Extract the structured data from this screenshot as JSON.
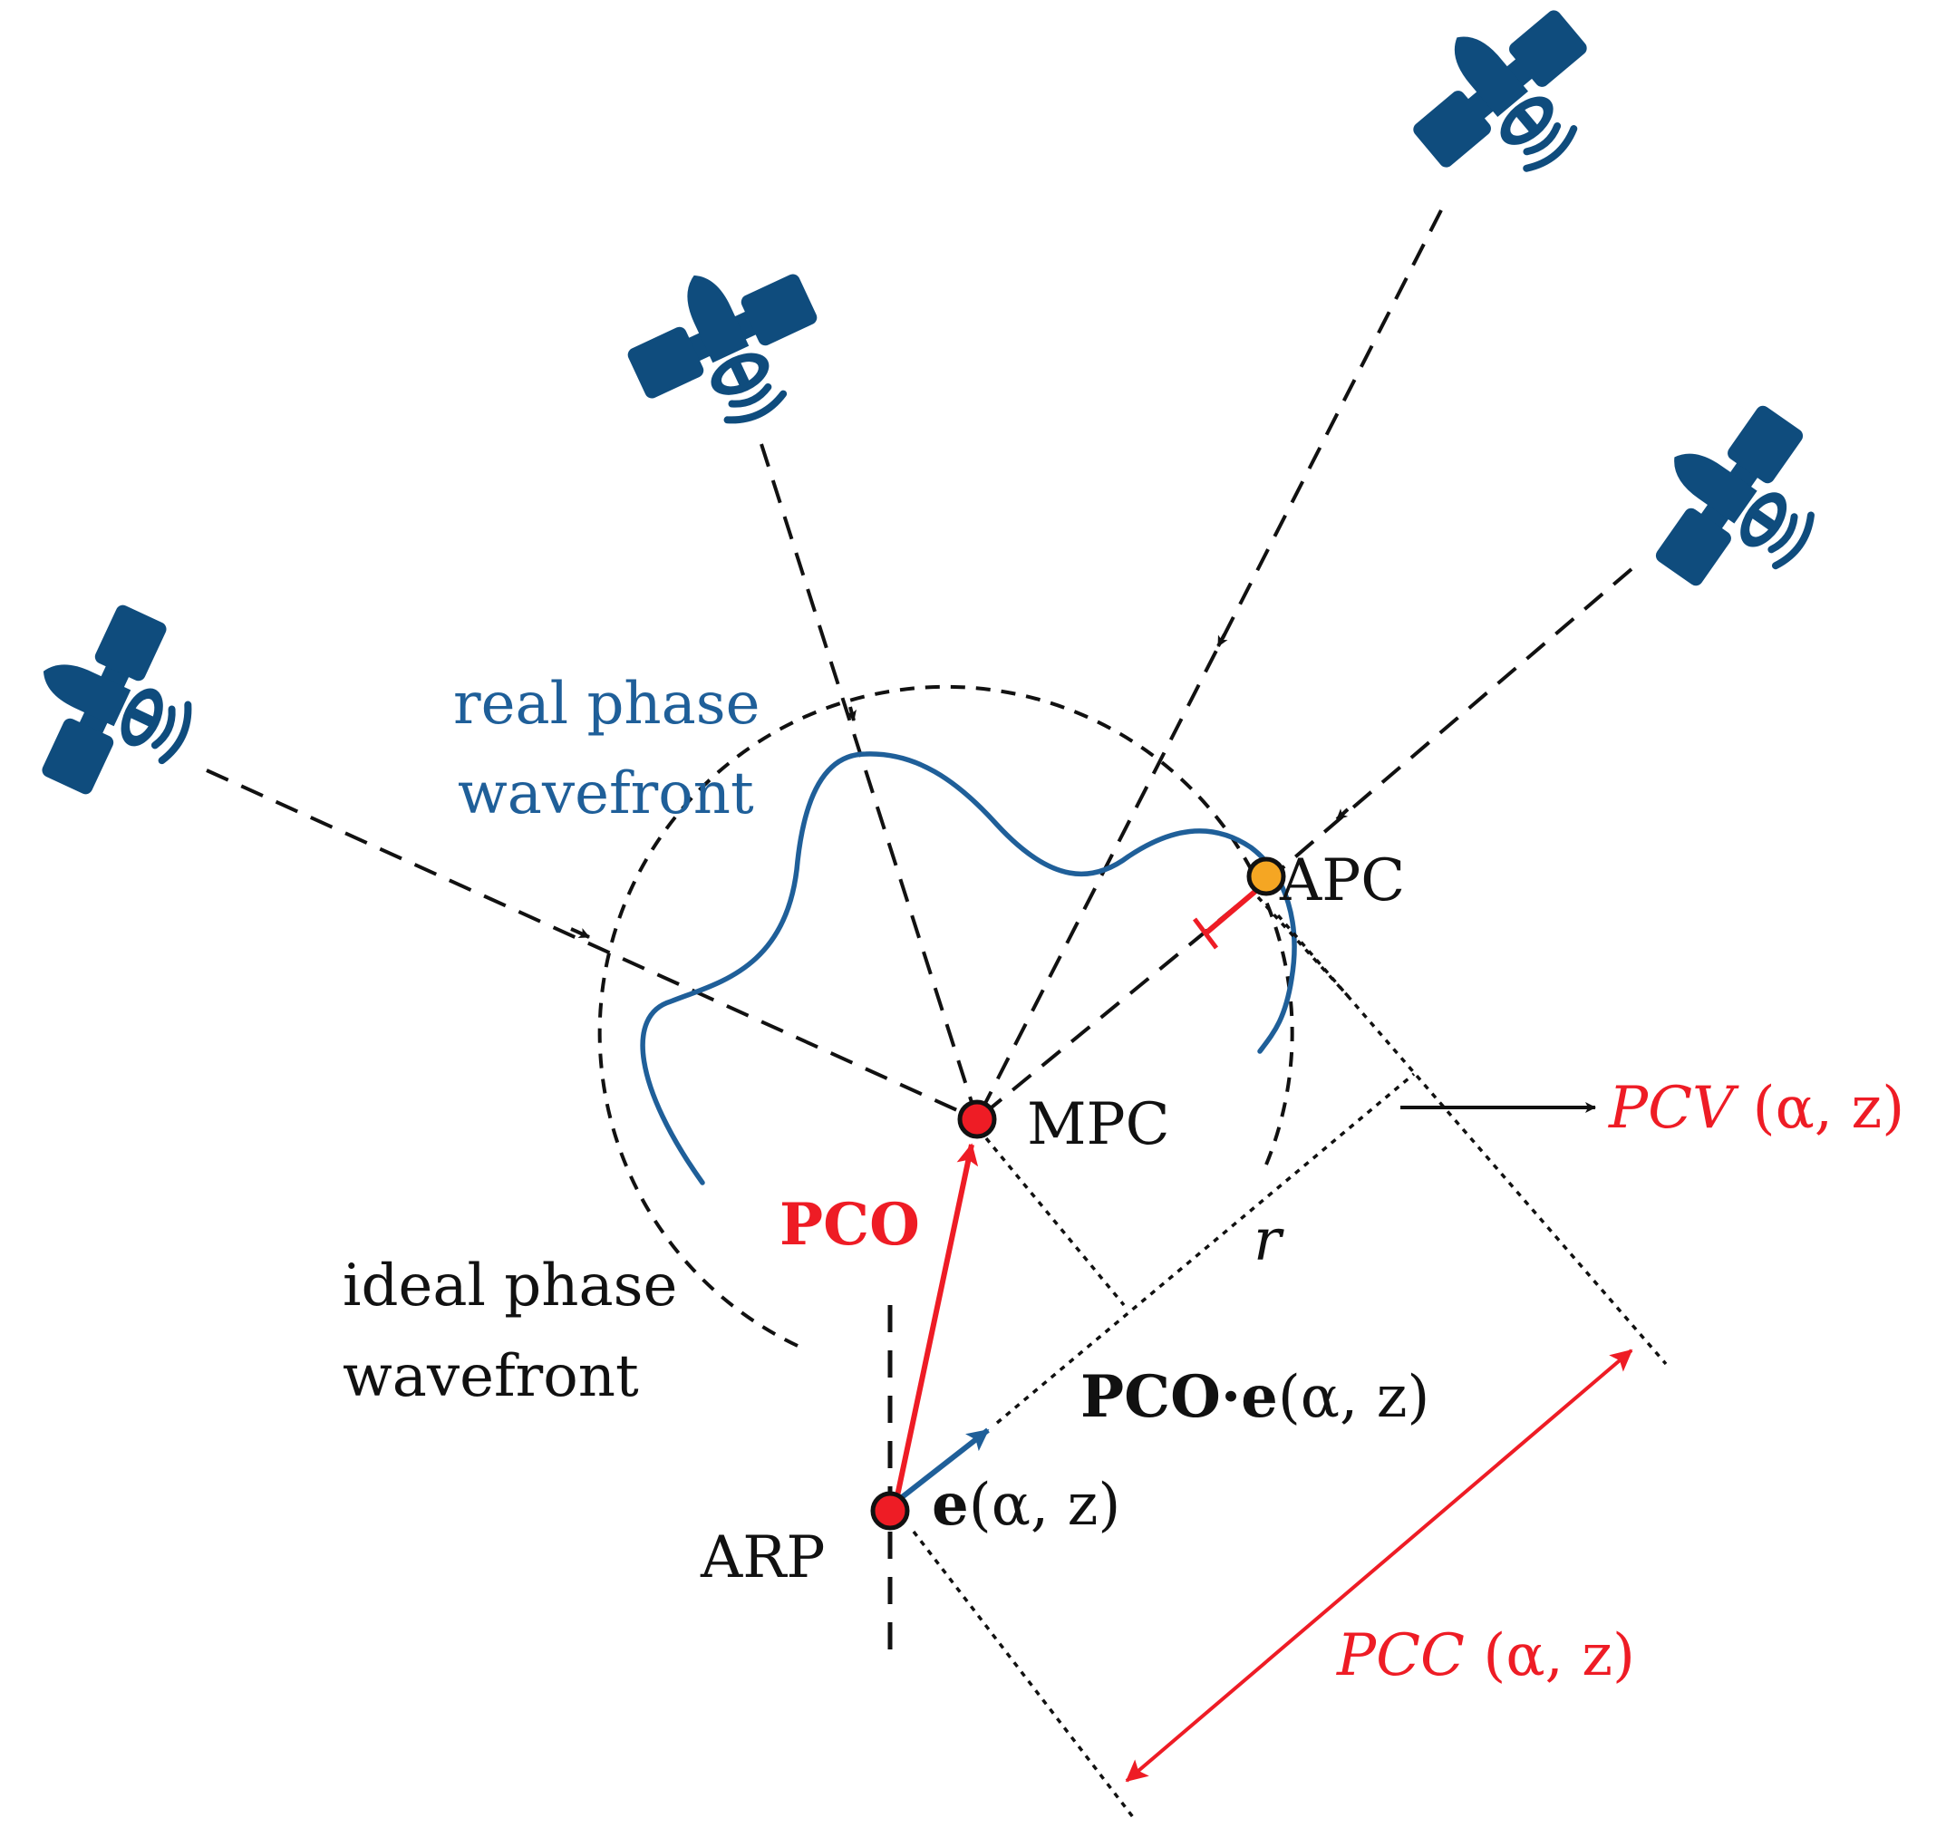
{
  "colors": {
    "satellite": "#0f4c7d",
    "wavefront_real": "#1f5f99",
    "accent_red": "#ee1c25",
    "apc_fill": "#f5a623",
    "line": "#111111"
  },
  "icons": {
    "satellite": "satellite-icon"
  },
  "labels": {
    "real_wavefront_line1": "real phase",
    "real_wavefront_line2": "wavefront",
    "ideal_wavefront_line1": "ideal phase",
    "ideal_wavefront_line2": "wavefront",
    "apc": "APC",
    "mpc": "MPC",
    "arp": "ARP",
    "pco": "PCO",
    "r": "r",
    "pcv_name": "PCV",
    "pcc_name": "PCC",
    "pco_dot": "PCO·",
    "e": "e",
    "alpha_z": "(α, z)",
    "alpha_z_text": "α, z)"
  }
}
